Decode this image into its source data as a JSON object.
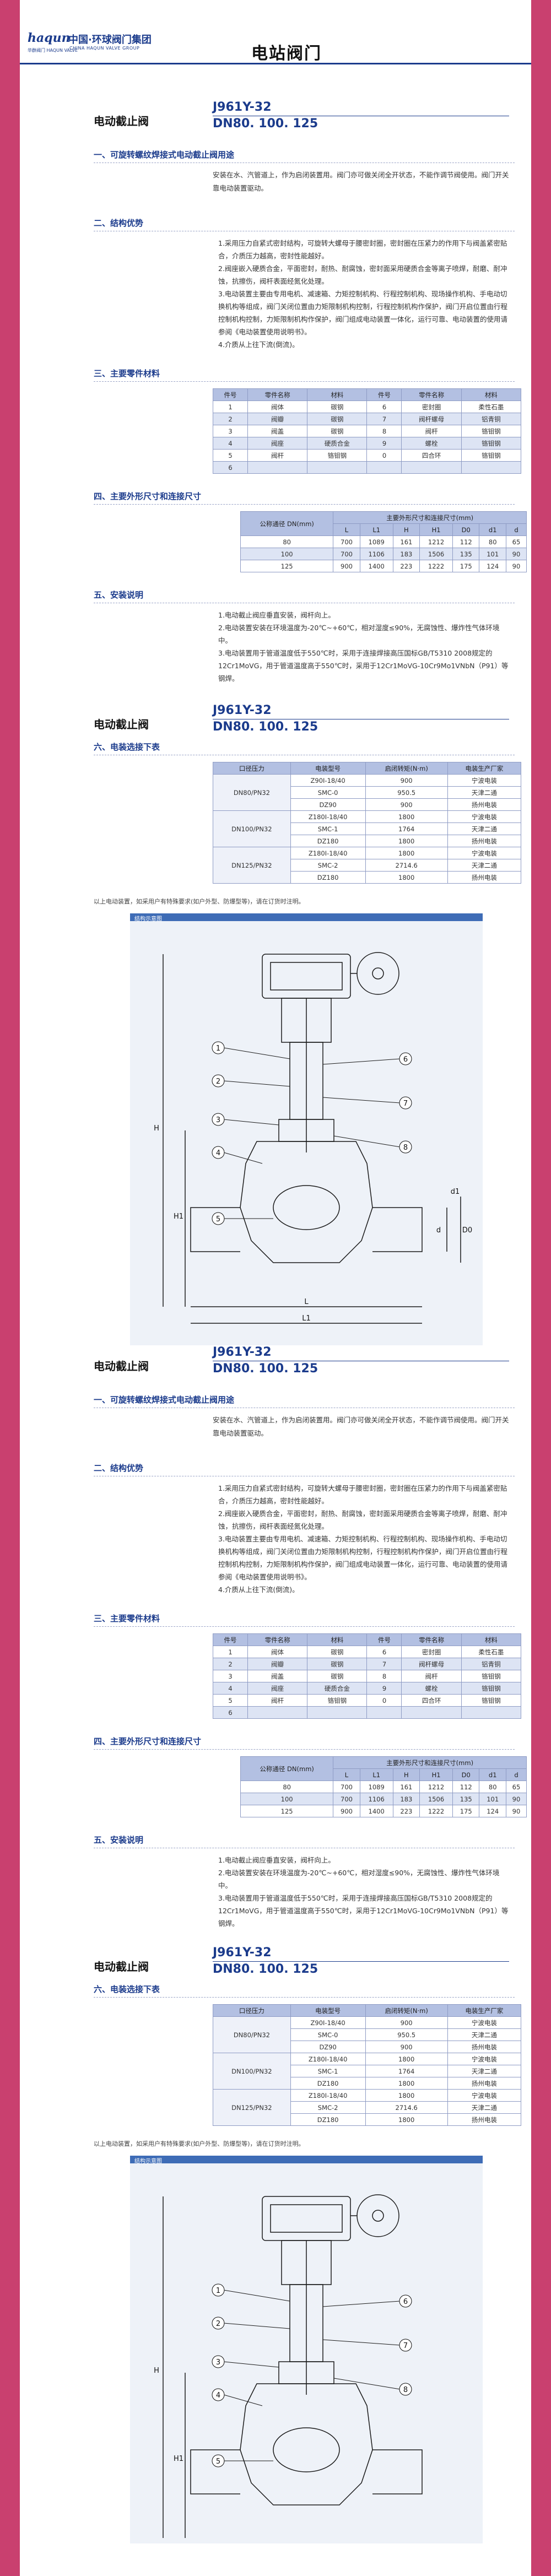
{
  "header": {
    "brand": "haqun",
    "brand_sub": "华群阀门 HAQUN VALVE",
    "company_cn": "中国·环球阀门集团",
    "company_en": "CHINA HAQUN VALVE GROUP",
    "page_title": "电站阀门"
  },
  "product": {
    "name": "电动截止阀",
    "model": "J961Y-32",
    "sizes": "DN80. 100. 125"
  },
  "sections": {
    "use_title": "一、可旋转螺纹焊接式电动截止阀用途",
    "use_text": "安装在水、汽管道上，作为启闭装置用。阀门亦可做关闭全开状态，不能作调节阀使用。阀门开关靠电动装置驱动。",
    "structure_title": "二、结构优势",
    "structure_items": [
      "1.采用压力自紧式密封结构，可旋转大螺母于腰密封圈，密封圈在压紧力的作用下与阀盖紧密贴合，介质压力越高，密封性能越好。",
      "2.阀座嵌入硬质合金，平面密封，耐热、耐腐蚀，密封面采用硬质合金等离子喷焊，耐磨、耐冲蚀，抗擦伤，阀杆表面经氮化处理。",
      "3.电动装置主要由专用电机、减速箱、力矩控制机构、行程控制机构、现场操作机构、手电动切换机构等组成，阀门关闭位置由力矩限制机构控制，行程控制机构作保护，阀门开启位置由行程控制机构控制，力矩限制机构作保护，阀门组成电动装置一体化，运行可靠、电动装置的使用请参阅《电动装置使用说明书》。",
      "4.介质从上往下流(倒流)。"
    ],
    "parts_title": "三、主要零件材料",
    "dim_title": "四、主要外形尺寸和连接尺寸",
    "install_title": "五、安装说明",
    "install_items": [
      "1.电动截止阀应垂直安装，阀杆向上。",
      "2.电动装置安装在环境温度为-20℃~+60℃，相对湿度≤90%，无腐蚀性、爆炸性气体环境中。",
      "3.电动装置用于管道温度低于550℃时，采用于连接焊接高压国标GB/T5310 2008规定的12Cr1MoVG，用于管道温度高于550℃时，采用于12Cr1MoVG-10Cr9Mo1VNbN（P91）等钢焊。"
    ],
    "actuator_title": "六、电装选接下表",
    "actuator_note": "以上电动装置，如采用户有特殊要求(如户外型、防爆型等)，请在订货时注明。",
    "diagram_label": "结构示意图"
  },
  "parts_table": {
    "headers": [
      "件号",
      "零件名称",
      "材料",
      "件号",
      "零件名称",
      "材料"
    ],
    "rows": [
      [
        "1",
        "阀体",
        "碳钢",
        "6",
        "密封圈",
        "柔性石墨"
      ],
      [
        "2",
        "阀瓣",
        "碳钢",
        "7",
        "阀杆螺母",
        "铝青铜"
      ],
      [
        "3",
        "阀盖",
        "碳钢",
        "8",
        "阀杆",
        "铬钼钢"
      ],
      [
        "4",
        "阀座",
        "硬质合金",
        "9",
        "螺栓",
        "铬钼钢"
      ],
      [
        "5",
        "阀杆",
        "铬钼钢",
        "0",
        "四合环",
        "铬钼钢"
      ],
      [
        "6",
        "",
        "",
        "",
        "",
        ""
      ]
    ]
  },
  "dim_table": {
    "header_a": "公称通径 DN(mm)",
    "header_b": "主要外形尺寸和连接尺寸(mm)",
    "cols": [
      "L",
      "L1",
      "H",
      "H1",
      "D0",
      "d1",
      "d"
    ],
    "rows": [
      [
        "80",
        "700",
        "1089",
        "161",
        "1212",
        "112",
        "80",
        "65"
      ],
      [
        "100",
        "700",
        "1106",
        "183",
        "1506",
        "135",
        "101",
        "90"
      ],
      [
        "125",
        "900",
        "1400",
        "223",
        "1222",
        "175",
        "124",
        "90"
      ]
    ]
  },
  "actuator_table": {
    "headers": [
      "口径压力",
      "电装型号",
      "启闭转矩(N·m)",
      "电装生产厂家"
    ],
    "groups": [
      {
        "size": "DN80/PN32",
        "rows": [
          [
            "Z90I-18/40",
            "900",
            "宁波电装"
          ],
          [
            "SMC-0",
            "950.5",
            "天津二通"
          ],
          [
            "DZ90",
            "900",
            "扬州电装"
          ]
        ]
      },
      {
        "size": "DN100/PN32",
        "rows": [
          [
            "Z180I-18/40",
            "1800",
            "宁波电装"
          ],
          [
            "SMC-1",
            "1764",
            "天津二通"
          ],
          [
            "DZ180",
            "1800",
            "扬州电装"
          ]
        ]
      },
      {
        "size": "DN125/PN32",
        "rows": [
          [
            "Z180I-18/40",
            "1800",
            "宁波电装"
          ],
          [
            "SMC-2",
            "2714.6",
            "天津二通"
          ],
          [
            "DZ180",
            "1800",
            "扬州电装"
          ]
        ]
      }
    ]
  },
  "diagram": {
    "labels": [
      "1",
      "2",
      "3",
      "4",
      "5",
      "6",
      "7",
      "8"
    ],
    "dims": [
      "H",
      "H1",
      "L",
      "L1",
      "D0",
      "d",
      "d1"
    ]
  }
}
